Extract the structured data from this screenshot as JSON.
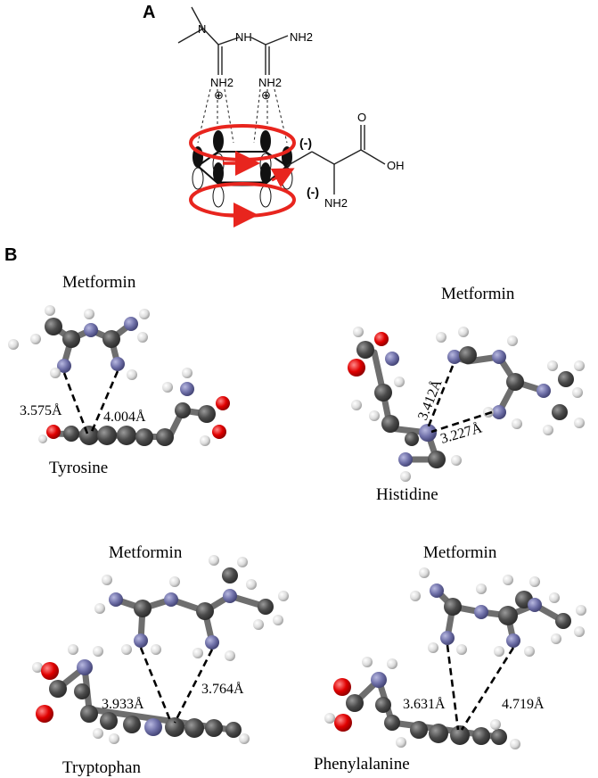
{
  "panels": {
    "a": {
      "letter": "A"
    },
    "b": {
      "letter": "B"
    }
  },
  "structure": {
    "nh_top": "NH",
    "nh2_right": "NH2",
    "nh2_left_ring": "NH2",
    "nh2_right_ring": "NH2",
    "charge_plus": "⊕",
    "charge_minus_1": "(-)",
    "charge_minus_2": "(-)",
    "oh": "OH",
    "o": "O",
    "nh2_amino": "NH2"
  },
  "models": {
    "tyrosine": {
      "top": "Metformin",
      "bottom": "Tyrosine",
      "d1": "3.575Å",
      "d2": "4.004Å"
    },
    "histidine": {
      "top": "Metformin",
      "bottom": "Histidine",
      "d1": "3.412Å",
      "d2": "3.227Å"
    },
    "tryptophan": {
      "top": "Metformin",
      "bottom": "Tryptophan",
      "d1": "3.933Å",
      "d2": "3.764Å"
    },
    "phenylalanine": {
      "top": "Metformin",
      "bottom": "Phenylalanine",
      "d1": "3.631Å",
      "d2": "4.719Å"
    }
  },
  "colors": {
    "carbon": "#4a4a4a",
    "nitrogen": "#6f70a8",
    "oxygen": "#e00000",
    "hydrogen": "#e6e6e6",
    "ring_arrow": "#e8251e"
  }
}
